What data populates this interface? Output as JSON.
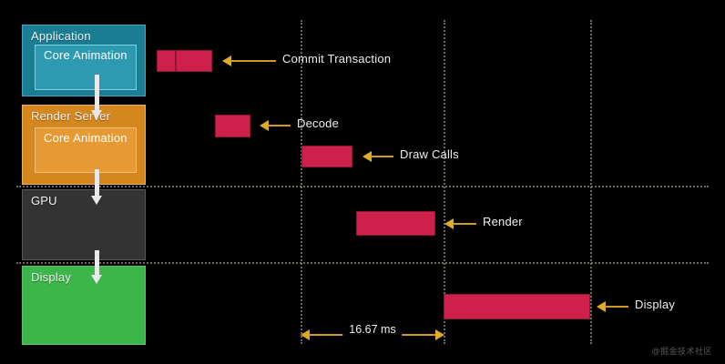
{
  "diagram": {
    "title": "iOS rendering pipeline timeline",
    "background": "#000000"
  },
  "lanes": [
    {
      "id": "application",
      "label": "Application",
      "inner_label": "Core Animation",
      "color": "#1a7d94",
      "inner_color": "#2e9ab1"
    },
    {
      "id": "render-server",
      "label": "Render Server",
      "inner_label": "Core Animation",
      "color": "#d4861f",
      "inner_color": "#e79a33"
    },
    {
      "id": "gpu",
      "label": "GPU",
      "inner_label": "",
      "color": "#333333",
      "inner_color": ""
    },
    {
      "id": "display",
      "label": "Display",
      "inner_label": "",
      "color": "#3cb54a",
      "inner_color": ""
    }
  ],
  "bars": [
    {
      "id": "commit-a",
      "lane": "application",
      "label": ""
    },
    {
      "id": "commit-b",
      "lane": "application",
      "label": ""
    },
    {
      "id": "decode",
      "lane": "render-server",
      "label": ""
    },
    {
      "id": "draw-calls",
      "lane": "render-server",
      "label": ""
    },
    {
      "id": "render",
      "lane": "gpu",
      "label": ""
    },
    {
      "id": "display",
      "lane": "display",
      "label": ""
    }
  ],
  "callouts": [
    {
      "id": "commit-transaction",
      "label": "Commit Transaction"
    },
    {
      "id": "decode",
      "label": "Decode"
    },
    {
      "id": "draw-calls",
      "label": "Draw Calls"
    },
    {
      "id": "render",
      "label": "Render"
    },
    {
      "id": "display",
      "label": "Display"
    }
  ],
  "measure": {
    "label": "16.67 ms"
  },
  "watermark": {
    "label": "@掘金技术社区"
  },
  "colors": {
    "bar": "#cf1f4b",
    "callout_arrow": "#e0ab27",
    "guide": "#6f6a5c",
    "flow_arrow": "#e9e9e9"
  }
}
